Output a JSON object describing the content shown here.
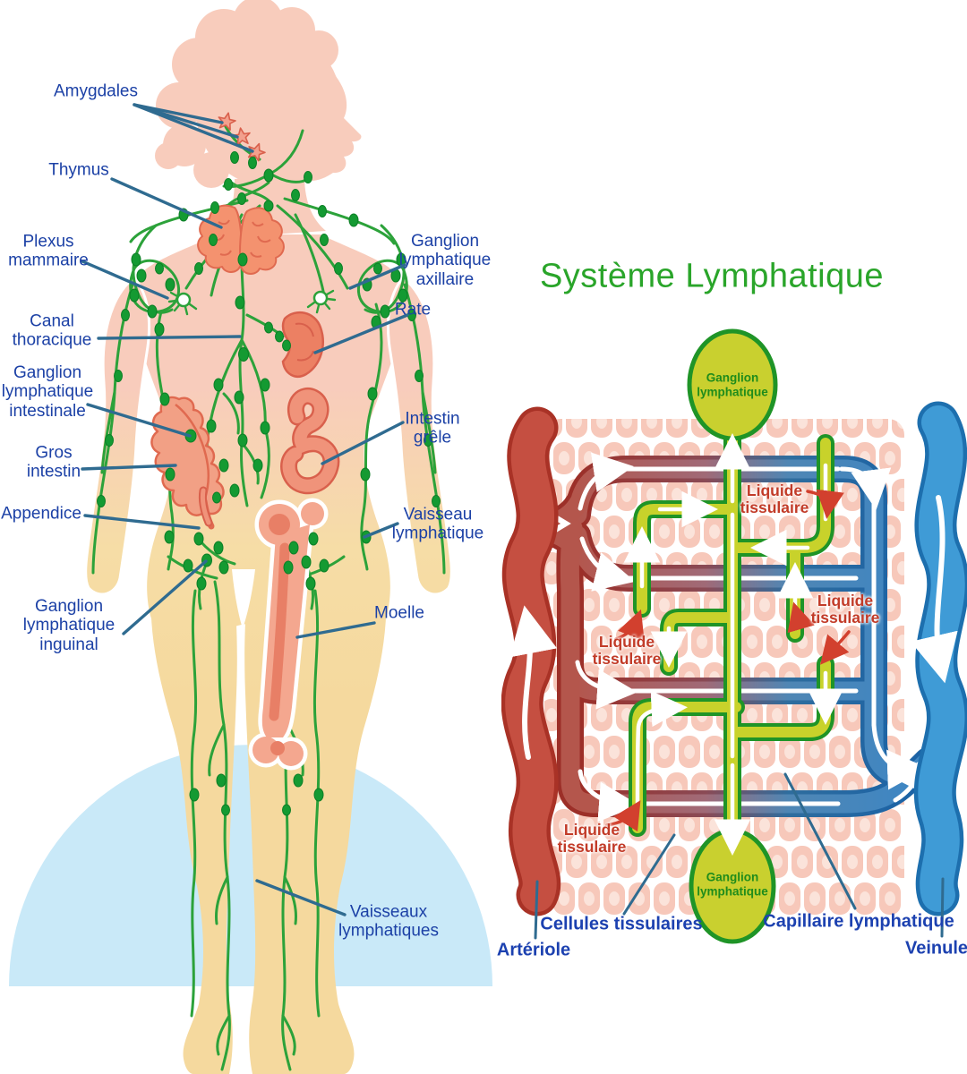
{
  "title": "Système Lymphatique",
  "body_labels": [
    {
      "id": "amygdales",
      "text": "Amygdales"
    },
    {
      "id": "thymus",
      "text": "Thymus"
    },
    {
      "id": "plexus-mammaire",
      "text": "Plexus mammaire"
    },
    {
      "id": "canal-thoracique",
      "text": "Canal thoracique"
    },
    {
      "id": "ganglion-lymphatique-intestinale",
      "text": "Ganglion lymphatique intestinale"
    },
    {
      "id": "gros-intestin",
      "text": "Gros intestin"
    },
    {
      "id": "appendice",
      "text": "Appendice"
    },
    {
      "id": "ganglion-lymphatique-inguinal",
      "text": "Ganglion lymphatique inguinal"
    },
    {
      "id": "vaisseaux-lymphatiques",
      "text": "Vaisseaux lymphatiques"
    },
    {
      "id": "ganglion-lymphatique-axillaire",
      "text": "Ganglion lymphatique axillaire"
    },
    {
      "id": "rate",
      "text": "Rate"
    },
    {
      "id": "intestin-grele",
      "text": "Intestin grêle"
    },
    {
      "id": "vaisseau-lymphatique",
      "text": "Vaisseau lymphatique"
    },
    {
      "id": "moelle",
      "text": "Moelle"
    }
  ],
  "diagram": {
    "ganglion_top": "Ganglion lymphatique",
    "ganglion_bottom": "Ganglion lymphatique",
    "liquide": [
      "Liquide tissulaire",
      "Liquide tissulaire",
      "Liquide tissulaire",
      "Liquide tissulaire"
    ],
    "cellules": "Cellules tissulaires",
    "capillaire": "Capillaire lymphatique",
    "arteriole": "Artériole",
    "veinule": "Veinule"
  },
  "colors": {
    "title_green": "#2aa52a",
    "label_blue": "#1c41a6",
    "liquide_red": "#c23b28",
    "lymph_vessel_green": "#2ca23a",
    "lymph_node_green": "#149a32",
    "lymph_capillary_yellow": "#c8d22b",
    "lymph_capillary_border": "#1f9427",
    "ganglion_fill": "#c9d02f",
    "artery_red": "#c54f41",
    "artery_border": "#a93226",
    "vein_blue": "#3f9bd6",
    "vein_border": "#1d6fae",
    "skin_peach": "#f8ccbc",
    "skin_sand": "#f5d99e",
    "organ_salmon": "#f2a085",
    "tissue_cell_pink": "#f7c8ba",
    "dome_blue": "#c9e9f8",
    "leader_line": "#2f6b90"
  }
}
